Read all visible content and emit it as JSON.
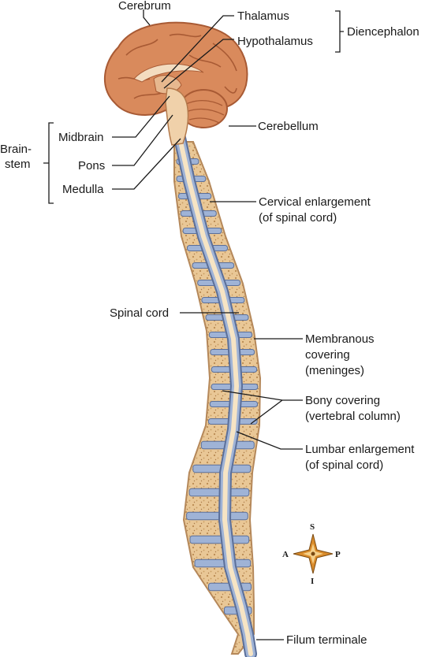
{
  "labels": {
    "cerebrum": "Cerebrum",
    "thalamus": "Thalamus",
    "hypothalamus": "Hypothalamus",
    "diencephalon": "Diencephalon",
    "cerebellum": "Cerebellum",
    "midbrain": "Midbrain",
    "pons": "Pons",
    "medulla": "Medulla",
    "brainstem_line1": "Brain-",
    "brainstem_line2": "stem",
    "cervical_line1": "Cervical enlargement",
    "cervical_line2": "(of spinal cord)",
    "spinal_cord": "Spinal cord",
    "membranous_line1": "Membranous",
    "membranous_line2": "covering",
    "membranous_line3": "(meninges)",
    "bony_line1": "Bony covering",
    "bony_line2": "(vertebral column)",
    "lumbar_line1": "Lumbar enlargement",
    "lumbar_line2": "(of spinal cord)",
    "filum": "Filum terminale"
  },
  "compass": {
    "s": "S",
    "a": "A",
    "p": "P",
    "i": "I"
  },
  "colors": {
    "brain": "#d98a5c",
    "brain_dark": "#a85a34",
    "bone": "#e6c190",
    "bone_dark": "#c99c62",
    "disc": "#9fb3d6",
    "disc_dark": "#5b6f99",
    "cord": "#f6e4c4",
    "compass": "#d98b2b"
  }
}
